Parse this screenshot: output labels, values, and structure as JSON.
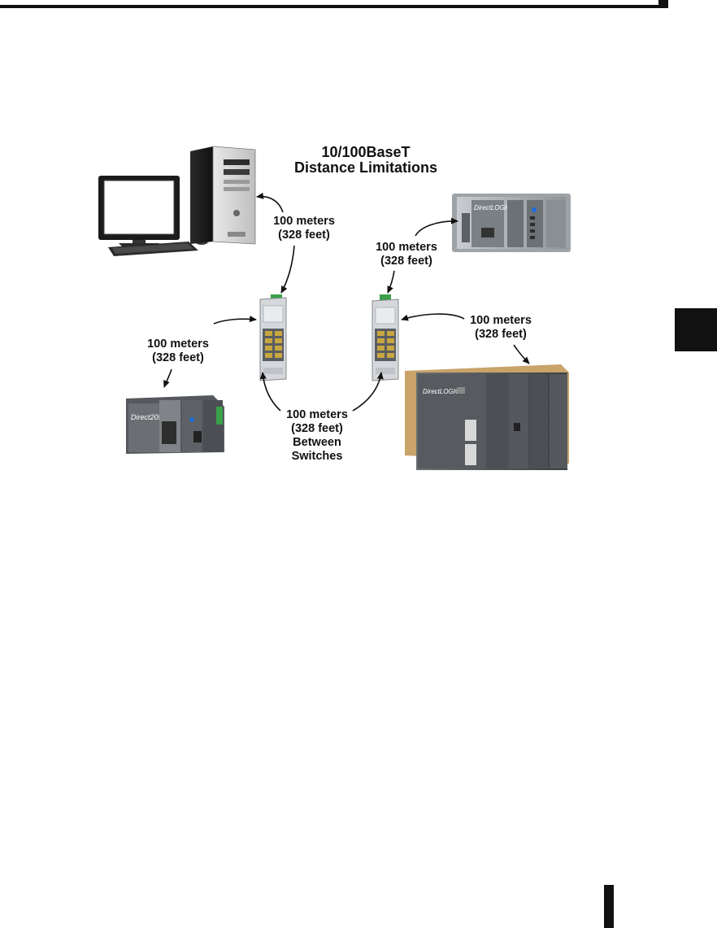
{
  "diagram": {
    "title_line1": "10/100BaseT",
    "title_line2": "Distance Limitations",
    "labels": {
      "pc_to_switch": {
        "line1": "100 meters",
        "line2": "(328 feet)"
      },
      "switch_to_plc_top_right": {
        "line1": "100 meters",
        "line2": "(328 feet)"
      },
      "switch_to_plc_bottom_left": {
        "line1": "100 meters",
        "line2": "(328 feet)"
      },
      "switch_to_plc_bottom_right": {
        "line1": "100 meters",
        "line2": "(328 feet)"
      },
      "between_switches": {
        "line1": "100 meters",
        "line2": "(328 feet)",
        "line3": "Between",
        "line4": "Switches"
      }
    },
    "devices": {
      "plc_bottom_left_brand": "Direct205",
      "plc_top_right_brand": "DirectLOGIC",
      "plc_bottom_right_brand": "DirectLOGIC"
    }
  }
}
